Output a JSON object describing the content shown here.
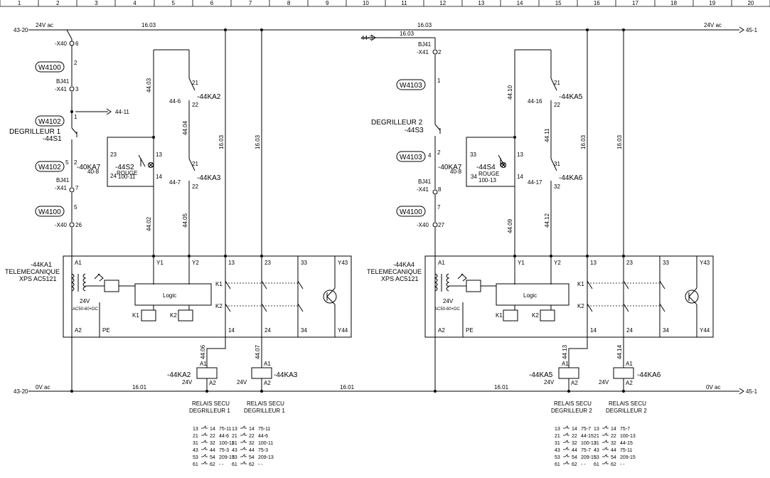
{
  "columns": [
    "1",
    "2",
    "3",
    "4",
    "5",
    "6",
    "7",
    "8",
    "9",
    "10",
    "11",
    "12",
    "13",
    "14",
    "15",
    "16",
    "17",
    "18",
    "19",
    "20"
  ],
  "supply": {
    "top_left_ref": "43-20",
    "top_left_label": "24V ac",
    "top_right_label": "24V ac",
    "top_right_ref": "45-1",
    "bottom_left_ref": "43-20",
    "bottom_left_label": "0V ac",
    "bottom_right_label": "0V ac",
    "bottom_right_ref": "45-1",
    "wire_top_1": "16.03",
    "wire_top_2": "16.03",
    "wire_top_3": "16.03",
    "wire_bot_1": "16.01",
    "wire_bot_2": "16.01",
    "wire_bot_3": "16.01",
    "input_ref_right": "44-3"
  },
  "left": {
    "x40_top": "-X40",
    "x40_top_pin": "6",
    "cable_a": "W4100",
    "cable_a_pin": "2",
    "bj41_a": "BJ41",
    "x41_a": "-X41",
    "x41_a_pin": "3",
    "branch_ref": "44-11",
    "cable_b": "W4102",
    "cable_b_pin": "1",
    "device": "DEGRILLEUR 1",
    "switch": "-44S1",
    "cable_c": "W4102",
    "cable_c_pin": "2",
    "cable_c_pin2": "5",
    "ka7": "-40KA7",
    "ka7_ref": "40-8",
    "bj41_b": "BJ41",
    "x41_b": "-X41",
    "x41_b_pin": "7",
    "cable_d": "W4100",
    "cable_d_pin": "5",
    "x40_bot": "-X40",
    "x40_bot_pin": "26",
    "pushbtn": "-44S2",
    "pushbtn_color": "ROUGE",
    "pushbtn_ref": "100-11",
    "pb_23": "23",
    "pb_24": "24",
    "pb_13": "13",
    "pb_14": "14",
    "w_4403": "44.03",
    "w_4404": "44.04",
    "w_4402": "44.02",
    "w_4405": "44.05",
    "c_ka2": "-44KA2",
    "c_ka2_ref": "44-6",
    "c_ka2_21": "21",
    "c_ka2_22": "22",
    "c_ka3": "-44KA3",
    "c_ka3_ref": "44-7",
    "c_ka3_21": "21",
    "c_ka3_22": "22",
    "v_1603a": "16.03",
    "v_1603b": "16.03",
    "relay": "-44KA1",
    "maker": "TELEMECANIQUE",
    "model": "XPS AC5121",
    "t_a1": "A1",
    "t_y1": "Y1",
    "t_y2": "Y2",
    "t_13": "13",
    "t_23": "23",
    "t_33": "33",
    "t_y43": "Y43",
    "t_a2": "A2",
    "t_pe": "PE",
    "t_14": "14",
    "t_24": "24",
    "t_34": "34",
    "t_y44": "Y44",
    "supply_v": "24V",
    "supply_t": "AC50-60+DC",
    "logic": "Logic",
    "k1": "K1",
    "k2": "K2",
    "k1r": "K1",
    "k2r": "K2",
    "w_4406": "44.06",
    "w_4407": "44.07",
    "coil_ka2": "-44KA2",
    "coil_ka2_v": "24V",
    "coil_ka3": "-44KA3",
    "coil_ka3_v": "24V",
    "coil_a1": "A1",
    "coil_a2": "A2",
    "coil2_a1": "A1",
    "coil2_a2": "A2",
    "relais1": "RELAIS SECU",
    "relais1_sub": "DEGRILLEUR 1",
    "relais2": "RELAIS SECU",
    "relais2_sub": "DEGRILLEUR 1",
    "table": [
      [
        "13",
        "14",
        "75-11",
        "13",
        "14",
        "75-11"
      ],
      [
        "21",
        "22",
        "44-6",
        "21",
        "22",
        "44-6"
      ],
      [
        "31",
        "32",
        "100-11",
        "31",
        "32",
        "100-11"
      ],
      [
        "43",
        "44",
        "75-3",
        "43",
        "44",
        "75-3"
      ],
      [
        "53",
        "54",
        "209-13",
        "53",
        "54",
        "209-13"
      ],
      [
        "61",
        "62",
        "- -",
        "61",
        "62",
        "- -"
      ]
    ]
  },
  "right": {
    "bj41_top": "BJ41",
    "x41_top": "-X41",
    "x41_top_pin": "2",
    "cable_a": "W4103",
    "cable_a_pin": "1",
    "device": "DEGRILLEUR 2",
    "switch": "-44S3",
    "cable_b": "W4103",
    "cable_b_pin": "2",
    "cable_b_pin2": "4",
    "ka7": "-40KA7",
    "ka7_ref": "40-8",
    "bj41_b": "BJ41",
    "x41_b": "-X41",
    "x41_b_pin": "8",
    "cable_c": "W4100",
    "cable_c_pin": "7",
    "x40_bot": "-X40",
    "x40_bot_pin": "27",
    "pushbtn": "-44S4",
    "pushbtn_color": "ROUGE",
    "pushbtn_ref": "100-13",
    "pb_33": "33",
    "pb_34": "34",
    "pb_13": "13",
    "pb_14": "14",
    "w_4410": "44.10",
    "w_4411": "44.11",
    "w_4409": "44.09",
    "w_4412": "44.12",
    "c_ka5": "-44KA5",
    "c_ka5_ref": "44-16",
    "c_ka5_21": "21",
    "c_ka5_22": "22",
    "c_ka6": "-44KA6",
    "c_ka6_ref": "44-17",
    "c_ka6_31": "31",
    "c_ka6_32": "32",
    "v_1603a": "16.03",
    "v_1603b": "16.03",
    "relay": "-44KA4",
    "maker": "TELEMECANIQUE",
    "model": "XPS AC5121",
    "t_a1": "A1",
    "t_y1": "Y1",
    "t_y2": "Y2",
    "t_13": "13",
    "t_23": "23",
    "t_33": "33",
    "t_y43": "Y43",
    "t_a2": "A2",
    "t_pe": "PE",
    "t_14": "14",
    "t_24": "24",
    "t_34": "34",
    "t_y44": "Y44",
    "supply_v": "24V",
    "supply_t": "AC50-60+DC",
    "logic": "Logic",
    "k1": "K1",
    "k2": "K2",
    "k1r": "K1",
    "k2r": "K2",
    "w_4413": "44.13",
    "w_4414": "44.14",
    "coil_ka5": "-44KA5",
    "coil_ka5_v": "24V",
    "coil_ka6": "-44KA6",
    "coil_ka6_v": "24V",
    "coil_a1": "A1",
    "coil_a2": "A2",
    "coil2_a1": "A1",
    "coil2_a2": "A2",
    "relais1": "RELAIS SECU",
    "relais1_sub": "DEGRILLEUR 2",
    "relais2": "RELAIS SECU",
    "relais2_sub": "DEGRILLEUR 2",
    "table": [
      [
        "13",
        "14",
        "75-7",
        "13",
        "14",
        "75-7"
      ],
      [
        "21",
        "22",
        "44-15",
        "21",
        "22",
        "100-13"
      ],
      [
        "31",
        "32",
        "100-13",
        "31",
        "32",
        "44-15"
      ],
      [
        "43",
        "44",
        "75-7",
        "43",
        "44",
        "75-11"
      ],
      [
        "53",
        "54",
        "209-15",
        "53",
        "54",
        "209-15"
      ],
      [
        "61",
        "62",
        "- -",
        "61",
        "62",
        "- -"
      ]
    ]
  }
}
